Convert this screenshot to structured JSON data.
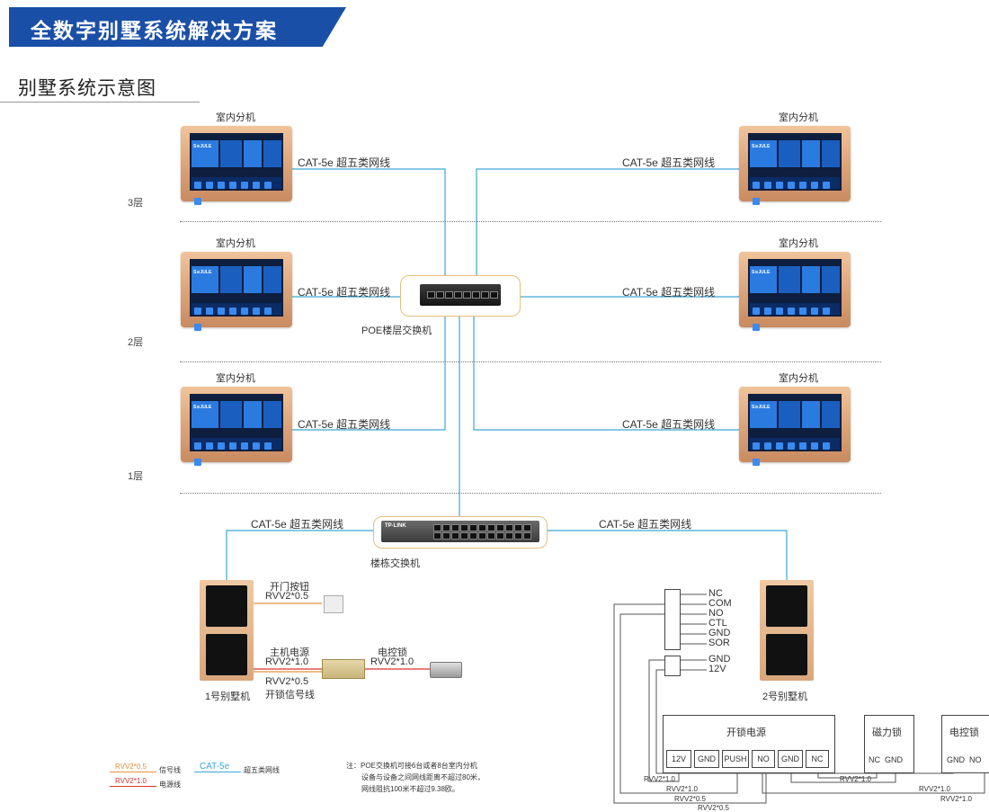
{
  "header": {
    "title": "全数字别墅系统解决方案"
  },
  "subtitle": "别墅系统示意图",
  "devices": {
    "indoor_unit": "室内分机",
    "cable": "CAT-5e  超五类网线",
    "poe_switch": "POE楼层交换机",
    "building_switch": "楼栋交换机",
    "villa1": "1号别墅机",
    "villa2": "2号别墅机",
    "brand": "S⊙JULE",
    "switch_brand": "TP-LINK"
  },
  "floors": [
    "3层",
    "2层",
    "1层"
  ],
  "left_wiring": {
    "exit_button": "开门按钮",
    "exit_button_cable": "RVV2*0.5",
    "host_power": "主机电源",
    "host_power_cable": "RVV2*1.0",
    "lock_cable_label": "RVV2*0.5",
    "lock_signal": "开锁信号线",
    "elec_lock": "电控锁",
    "elec_lock_cable": "RVV2*1.0"
  },
  "terminal_upper": [
    "NC",
    "COM",
    "NO",
    "CTL",
    "GND",
    "SOR"
  ],
  "terminal_lower": [
    "GND",
    "12V"
  ],
  "unlock_power": {
    "title": "开锁电源",
    "terms": [
      "12V",
      "GND",
      "PUSH",
      "NO",
      "GND",
      "NC"
    ]
  },
  "mag_lock": {
    "title": "磁力锁",
    "terms": "NC  GND"
  },
  "elec_lock": {
    "title": "电控锁",
    "terms": "GND  NO"
  },
  "wire_labels": {
    "w1": "RVV2*1.0",
    "w2": "RVV2*1.0",
    "w3": "RVV2*0.5",
    "w4": "RVV2*0.5",
    "w5": "RVV2*1.0",
    "w6": "RVV2*1.0",
    "w7": "RVV2*1.0"
  },
  "legend": {
    "signal_code": "RVV2*0.5",
    "signal": "信号线",
    "power_code": "RVV2*1.0",
    "power": "电源线",
    "net_code": "CAT-5e",
    "net": "超五类网线"
  },
  "note": {
    "line1": "注：POE交换机可接6台或者8台室内分机",
    "line2": "设备与设备之间网线距离不超过80米，",
    "line3": "网线阻抗100米不超过9.38欧。"
  },
  "colors": {
    "banner": "#1a4fa8",
    "network": "#3aa7d8",
    "signal": "#e8913a",
    "power": "#d9342b"
  },
  "icons": [
    "switch-icon",
    "exit-button-icon",
    "power-supply-icon",
    "electric-lock-icon"
  ]
}
